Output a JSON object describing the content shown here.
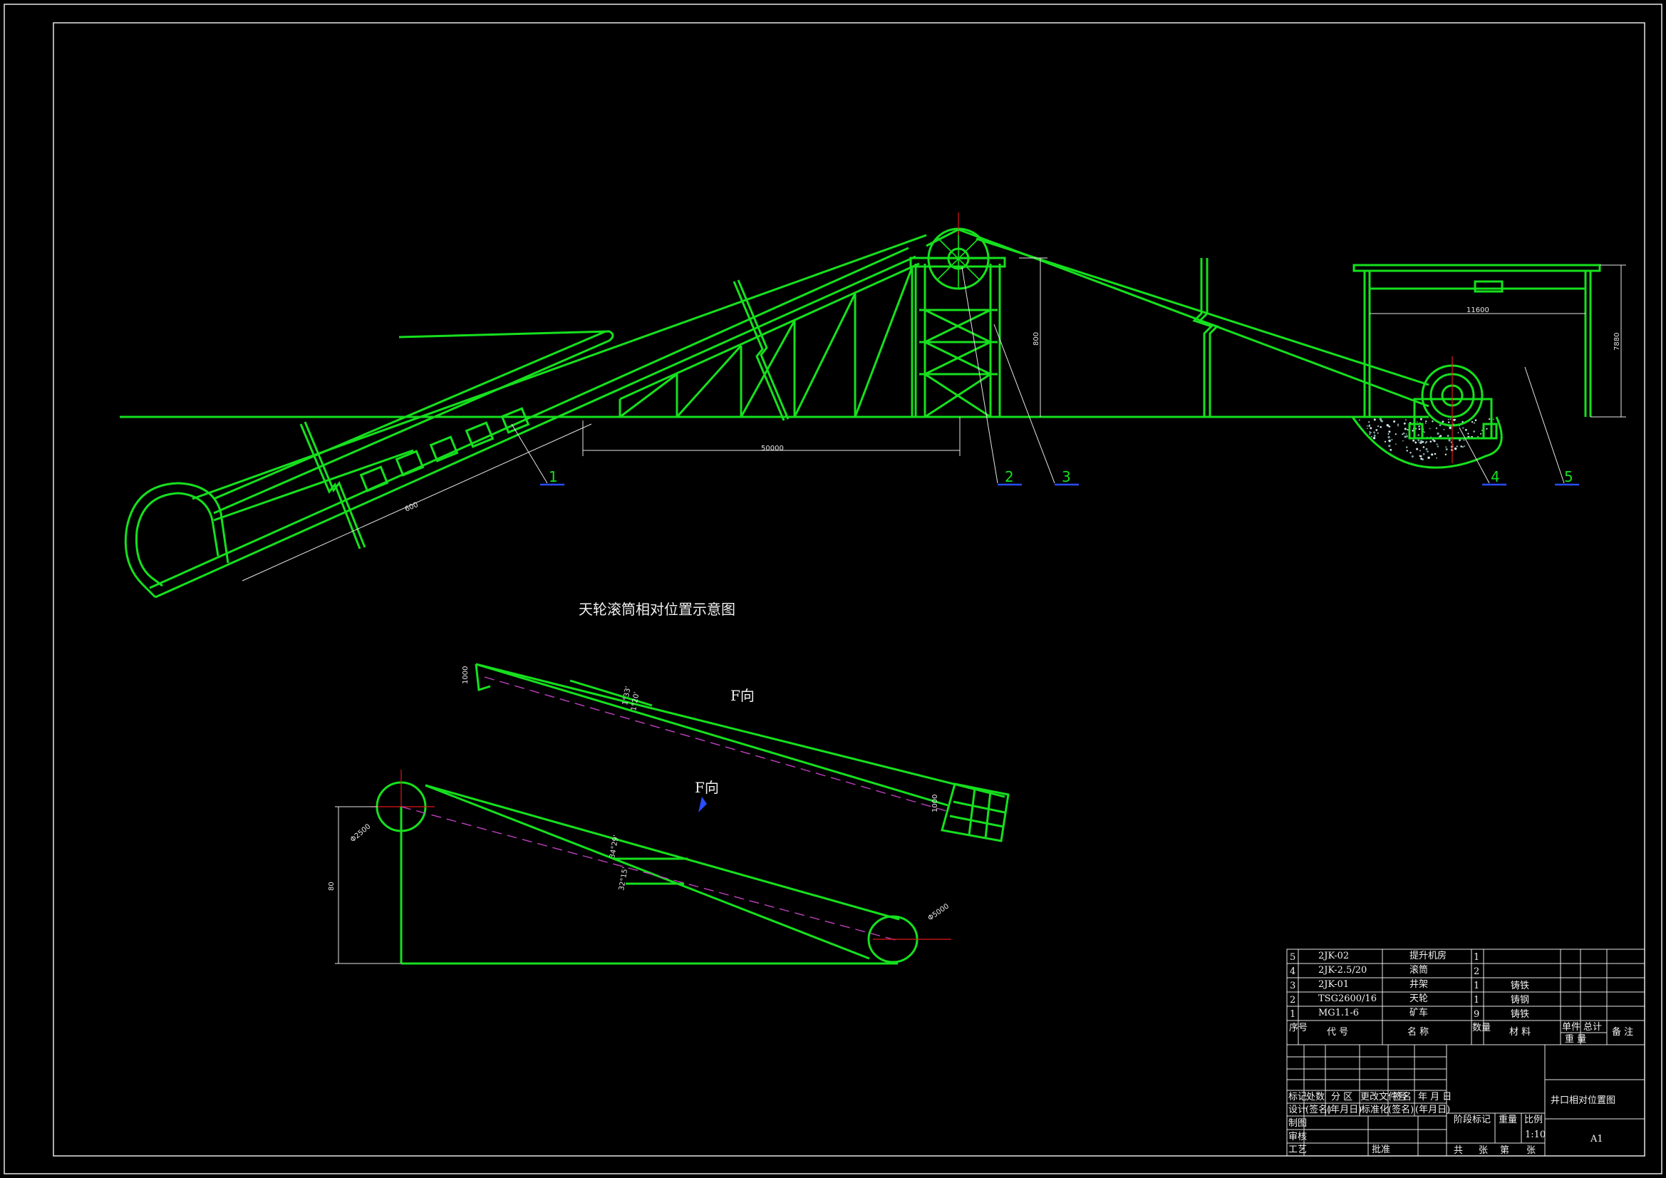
{
  "titles": {
    "section_title": "天轮滚筒相对位置示意图",
    "f_view_1": "F向",
    "f_view_2": "F向",
    "drawing_name": "井口相对位置图",
    "sheet_size": "A1",
    "scale": "1:10"
  },
  "part_labels": [
    "1",
    "2",
    "3",
    "4",
    "5"
  ],
  "dimensions": {
    "shaft_len": "600",
    "distance": "50000",
    "headframe_height": "800",
    "hoist_room_width": "11600",
    "hoist_room_height": "7880",
    "fv_top": "1000",
    "fv_mid": "1°33'",
    "fv_mid2": "1°20'",
    "fv_right": "1000",
    "sheave_dia": "Φ2500",
    "drum_dia": "Φ5000",
    "height_side": "80",
    "angle1": "34°29'",
    "angle2": "32°15'"
  },
  "bom": [
    {
      "no": "5",
      "code": "2JK-02",
      "name": "提升机房",
      "qty": "1",
      "material": ""
    },
    {
      "no": "4",
      "code": "2JK-2.5/20",
      "name": "滚筒",
      "qty": "2",
      "material": ""
    },
    {
      "no": "3",
      "code": "2JK-01",
      "name": "井架",
      "qty": "1",
      "material": "铸铁"
    },
    {
      "no": "2",
      "code": "TSG2600/16",
      "name": "天轮",
      "qty": "1",
      "material": "铸钢"
    },
    {
      "no": "1",
      "code": "MG1.1-6",
      "name": "矿车",
      "qty": "9",
      "material": "铸铁"
    }
  ],
  "bom_header": {
    "no": "序\n号",
    "code": "代  号",
    "name": "名    称",
    "qty": "数\n量",
    "material": "材  料",
    "unit_weight": "单件",
    "total_weight": "总计",
    "weight": "重    量",
    "remark": "备 注"
  },
  "title_block": {
    "mark": "标记",
    "count": "处数",
    "zone": "分  区",
    "change_doc": "更改文件号",
    "sign": "签名",
    "date": "年 月 日",
    "design": "设计",
    "sign_name": "(签名)",
    "date_ymd": "(年月日)",
    "standardize": "标准化",
    "sign_name2": "(签名)",
    "date_ymd2": "(年月日)",
    "drafting": "制图",
    "review": "审核",
    "process": "工艺",
    "approve": "批准",
    "stage_mark": "阶段标记",
    "weight": "重量",
    "ratio": "比例",
    "total": "共",
    "sheets": "张",
    "page": "第",
    "sheets2": "张"
  }
}
